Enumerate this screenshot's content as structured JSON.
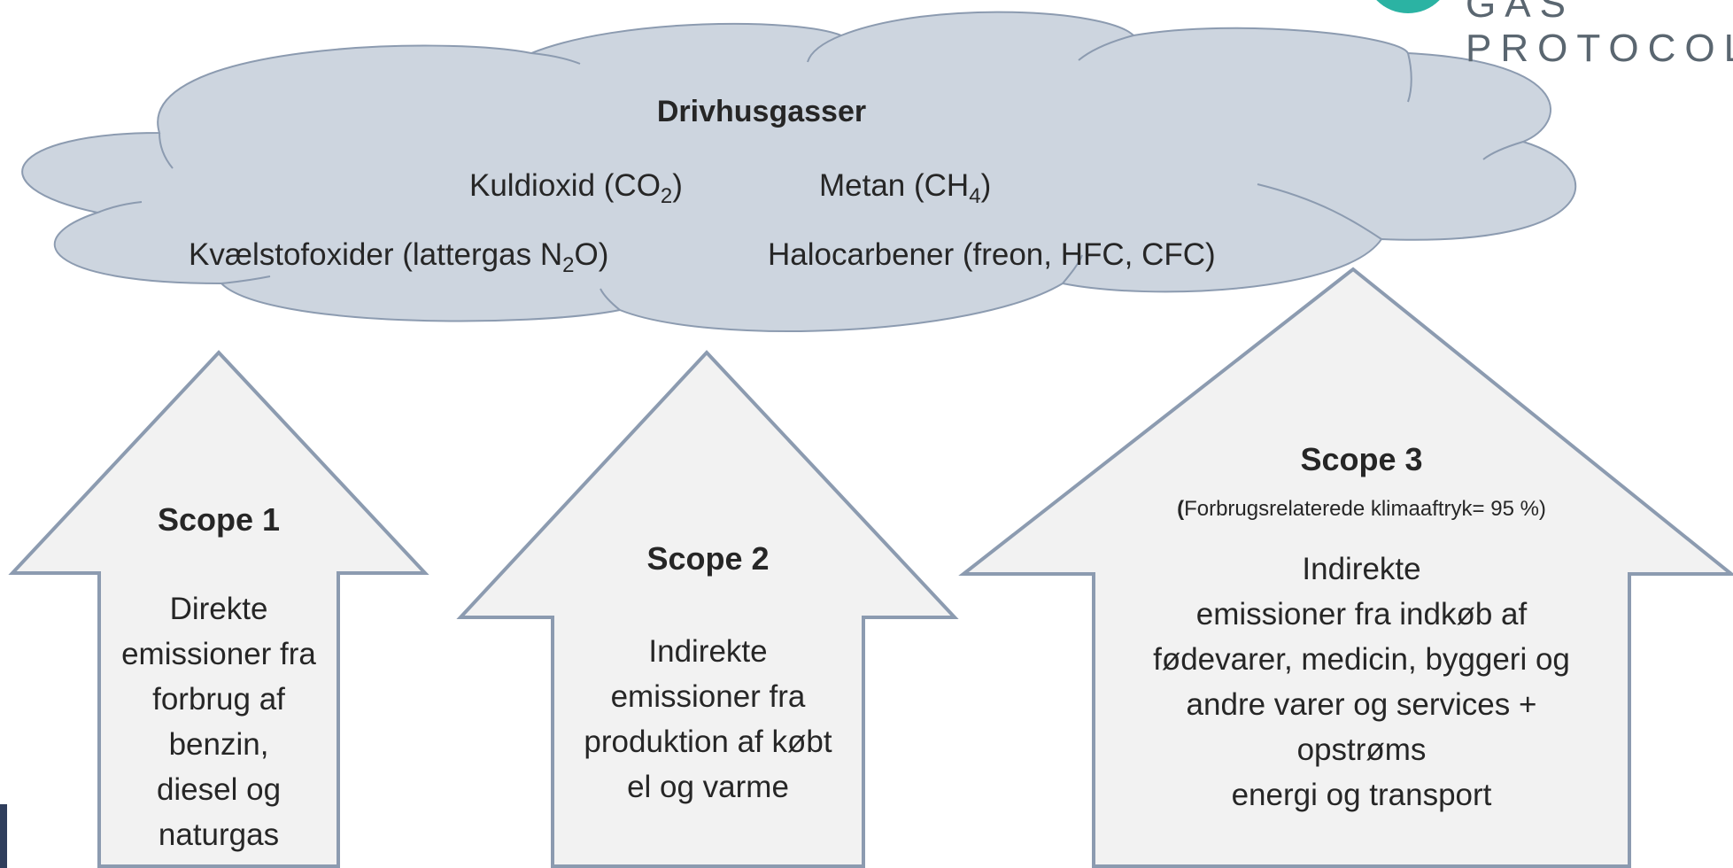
{
  "cloud": {
    "title": "Drivhusgasser",
    "gases": {
      "co2_base": "Kuldioxid (CO",
      "co2_sub": "2",
      "co2_end": ")",
      "ch4_base": "Metan (CH",
      "ch4_sub": "4",
      "ch4_end": ")",
      "n2o_base": "Kvælstofoxider (lattergas N",
      "n2o_sub": "2",
      "n2o_end": "O)",
      "halo": "Halocarbener (freon, HFC, CFC)"
    }
  },
  "scopes": [
    {
      "title": "Scope 1",
      "lines": [
        "Direkte",
        "emissioner fra",
        "forbrug af",
        "benzin,",
        "diesel og",
        "naturgas"
      ]
    },
    {
      "title": "Scope 2",
      "lines": [
        "Indirekte",
        "emissioner fra",
        "produktion af købt",
        "el og varme"
      ]
    },
    {
      "title": "Scope 3",
      "subtitle_open": "(",
      "subtitle_text": "Forbrugsrelaterede klimaaftryk= 95 %)",
      "lines": [
        "Indirekte",
        "emissioner fra indkøb af",
        "fødevarer, medicin, byggeri og",
        "andre varer og services +",
        "opstrøms",
        "energi og transport"
      ]
    }
  ],
  "logo_text": "GAS PROTOCOL",
  "colors": {
    "cloud_fill": "#cdd5df",
    "arrow_fill": "#f2f2f2",
    "outline": "#8c9bb0",
    "text": "#262626"
  }
}
